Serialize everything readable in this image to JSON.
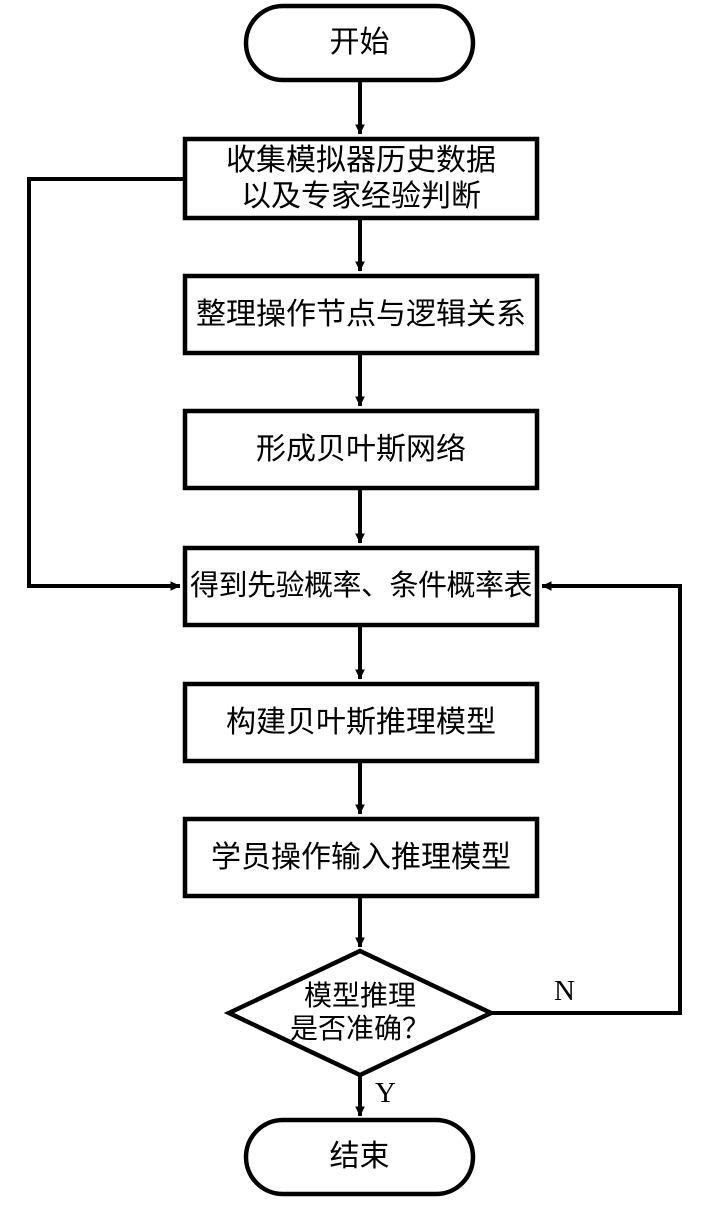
{
  "diagram": {
    "type": "flowchart",
    "orientation": "top-to-bottom",
    "language": "zh-CN",
    "stroke_color": "#000000",
    "fill_color": "#FFFFFF",
    "text_color": "#000000",
    "nodes": [
      {
        "id": "start",
        "shape": "terminator",
        "label": "开始"
      },
      {
        "id": "collect-data",
        "shape": "process",
        "line1": "收集模拟器历史数据",
        "line2": "以及专家经验判断"
      },
      {
        "id": "organize-nodes",
        "shape": "process",
        "label": "整理操作节点与逻辑关系"
      },
      {
        "id": "form-network",
        "shape": "process",
        "label": "形成贝叶斯网络"
      },
      {
        "id": "prior-tables",
        "shape": "process",
        "label": "得到先验概率、条件概率表"
      },
      {
        "id": "build-model",
        "shape": "process",
        "label": "构建贝叶斯推理模型"
      },
      {
        "id": "student-input",
        "shape": "process",
        "label": "学员操作输入推理模型"
      },
      {
        "id": "decision",
        "shape": "decision",
        "line1": "模型推理",
        "line2": "是否准确？"
      },
      {
        "id": "end",
        "shape": "terminator",
        "label": "结束"
      }
    ],
    "edge_labels": {
      "no": "N",
      "yes": "Y"
    }
  }
}
